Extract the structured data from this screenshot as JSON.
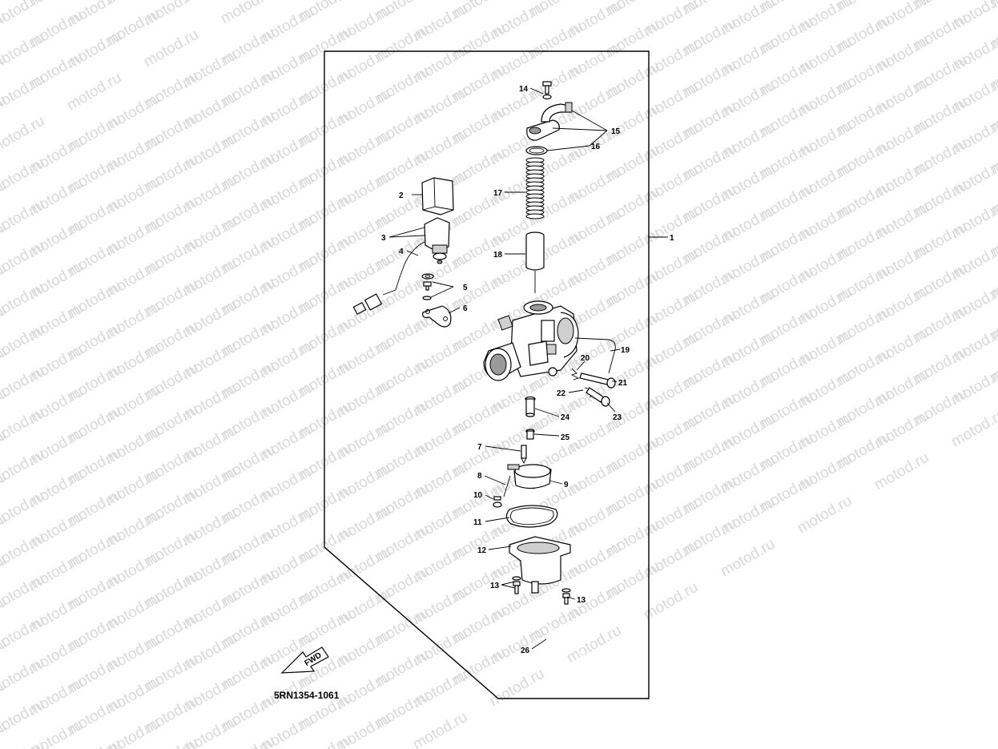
{
  "watermark": "motod.ru",
  "diagram_code": "5RN1354-1061",
  "fwd_label": "FWD",
  "callouts": [
    "1",
    "2",
    "3",
    "4",
    "5",
    "6",
    "7",
    "8",
    "9",
    "10",
    "11",
    "12",
    "13",
    "13",
    "14",
    "15",
    "16",
    "17",
    "18",
    "19",
    "20",
    "21",
    "22",
    "23",
    "24",
    "25",
    "26"
  ]
}
